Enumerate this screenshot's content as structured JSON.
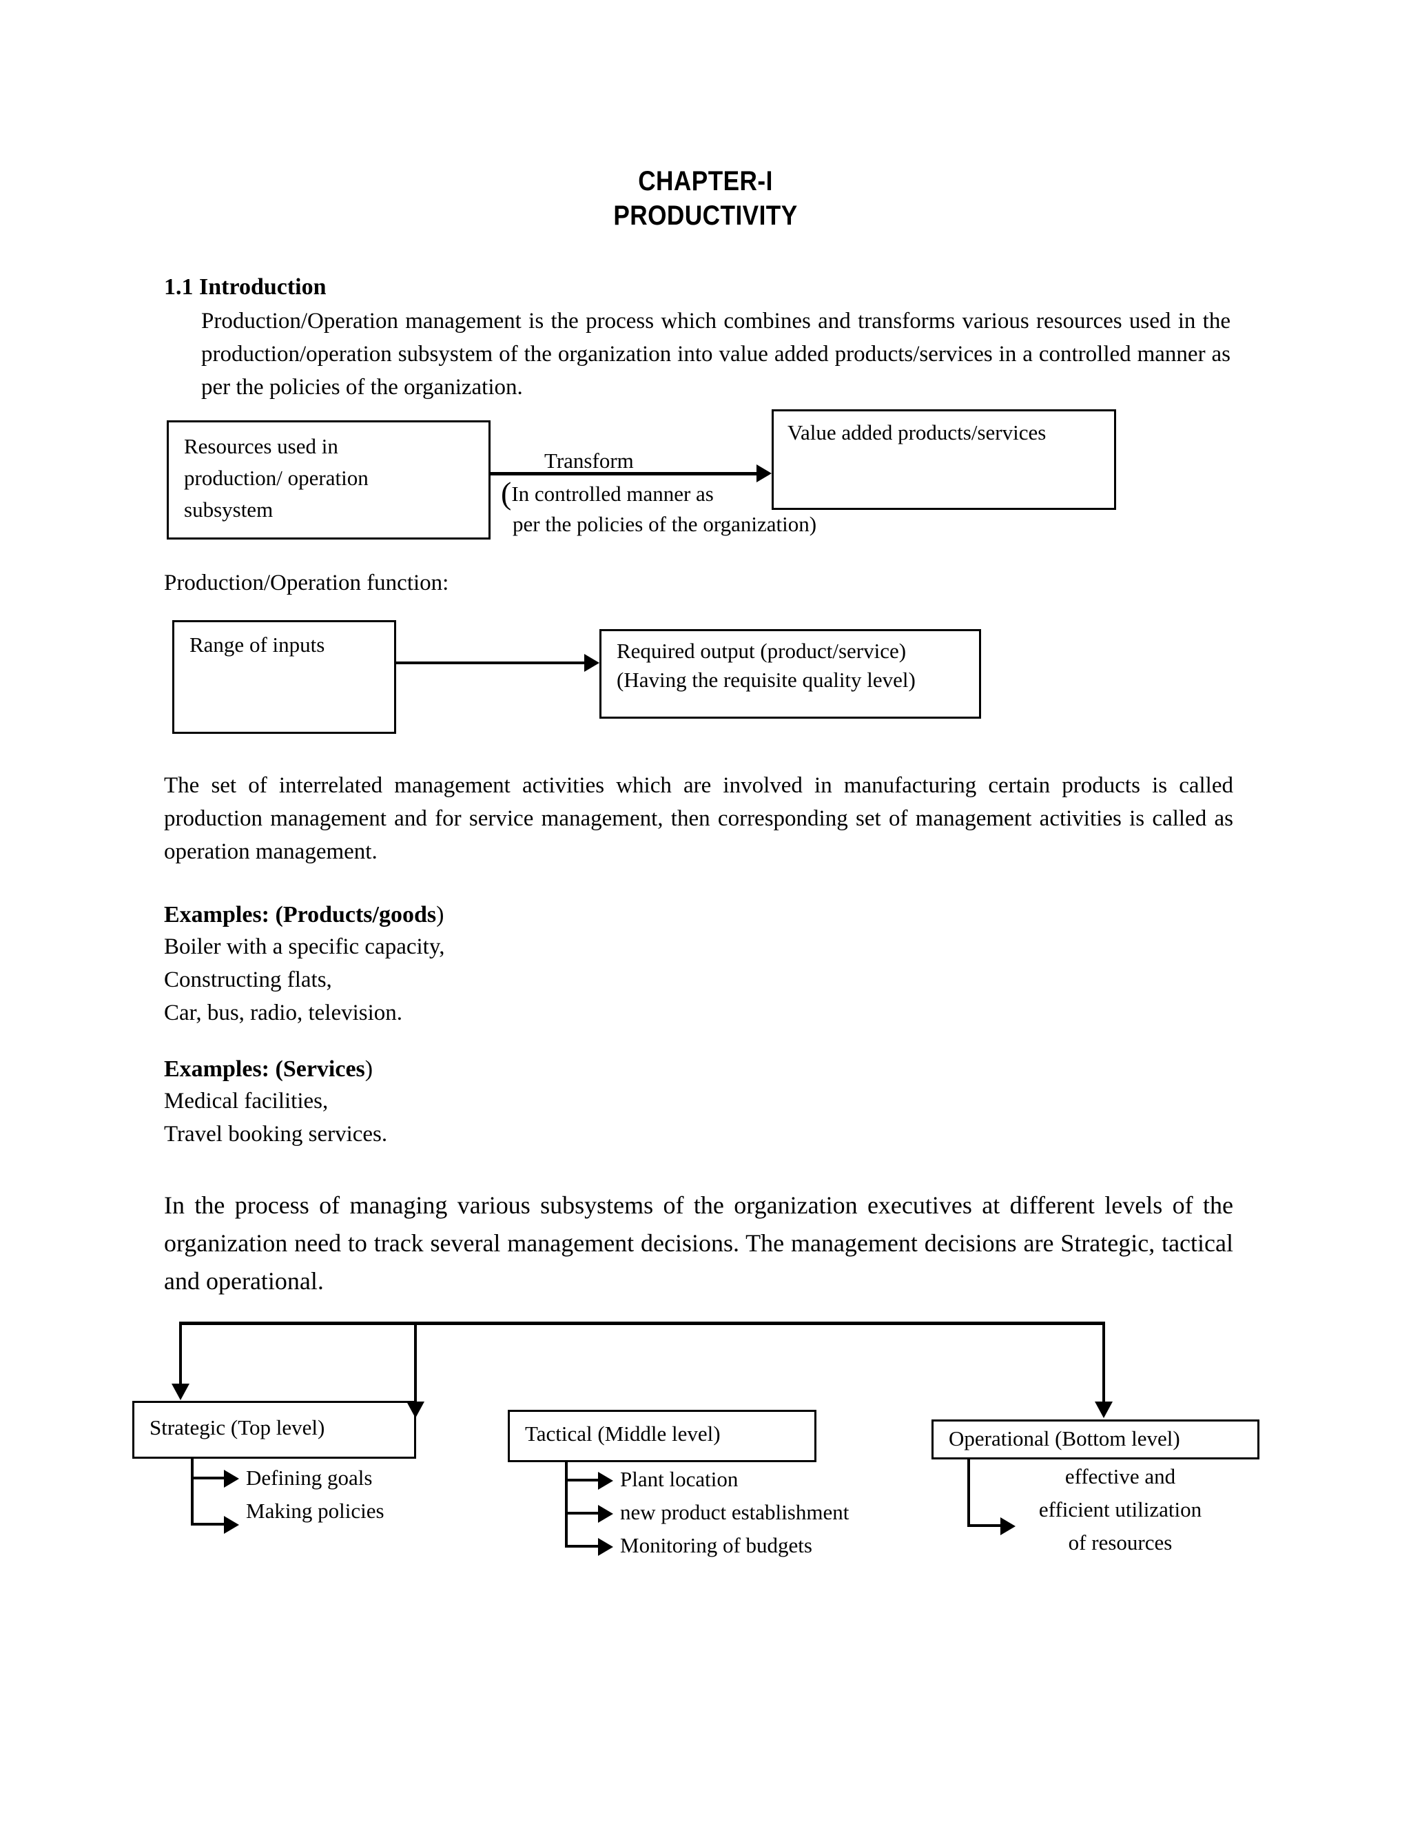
{
  "document": {
    "title_lines": [
      "CHAPTER-I",
      "PRODUCTIVITY"
    ],
    "section": {
      "number_and_name": "1.1 Introduction",
      "intro_paragraph": "Production/Operation management is the process which combines and transforms various resources used in the production/operation subsystem of the organization into value added products/services in a controlled manner as per the policies of the organization."
    },
    "diagram_transform": {
      "input_box": "Resources used in production/ operation subsystem",
      "input_box_lines": [
        "Resources used in",
        "production/ operation",
        "subsystem"
      ],
      "arrow_label_top": "Transform",
      "arrow_label_paren_open": "(",
      "arrow_label_line2": "In controlled manner as",
      "arrow_label_line3": "per the policies of the organization)",
      "output_box": "Value added products/services"
    },
    "function_heading": "Production/Operation function:",
    "diagram_function": {
      "input_box": "Range of inputs",
      "output_box_line1": "Required output (product/service)",
      "output_box_line2": "(Having the requisite quality level)"
    },
    "body_paragraph": "The set of interrelated management activities which are involved in manufacturing certain products is called production management and for service management, then corresponding set of management activities is called as operation management.",
    "examples_products": {
      "heading_bold": "Examples: (Products/goods",
      "heading_tail": ")",
      "items": [
        "Boiler with a specific capacity,",
        "Constructing flats,",
        "Car, bus, radio, television."
      ]
    },
    "examples_services": {
      "heading_bold": "Examples: (Services",
      "heading_tail": ")",
      "items": [
        "Medical facilities,",
        "Travel booking services."
      ]
    },
    "decisions_paragraph": "In the process of managing various subsystems of the organization executives at different levels of the organization need to track several management decisions. The management decisions are Strategic, tactical and operational.",
    "decision_levels": [
      {
        "box_label": "Strategic (Top level)",
        "branches": [
          "Defining goals",
          "Making policies"
        ]
      },
      {
        "box_label": "Tactical (Middle level)",
        "branches": [
          "Plant location",
          "new product establishment",
          "Monitoring of budgets"
        ]
      },
      {
        "box_label": "Operational (Bottom level)",
        "branches_block_lines": [
          "effective and",
          "efficient utilization",
          "of resources"
        ]
      }
    ],
    "colors": {
      "ink": "#000000",
      "page": "#ffffff"
    }
  }
}
